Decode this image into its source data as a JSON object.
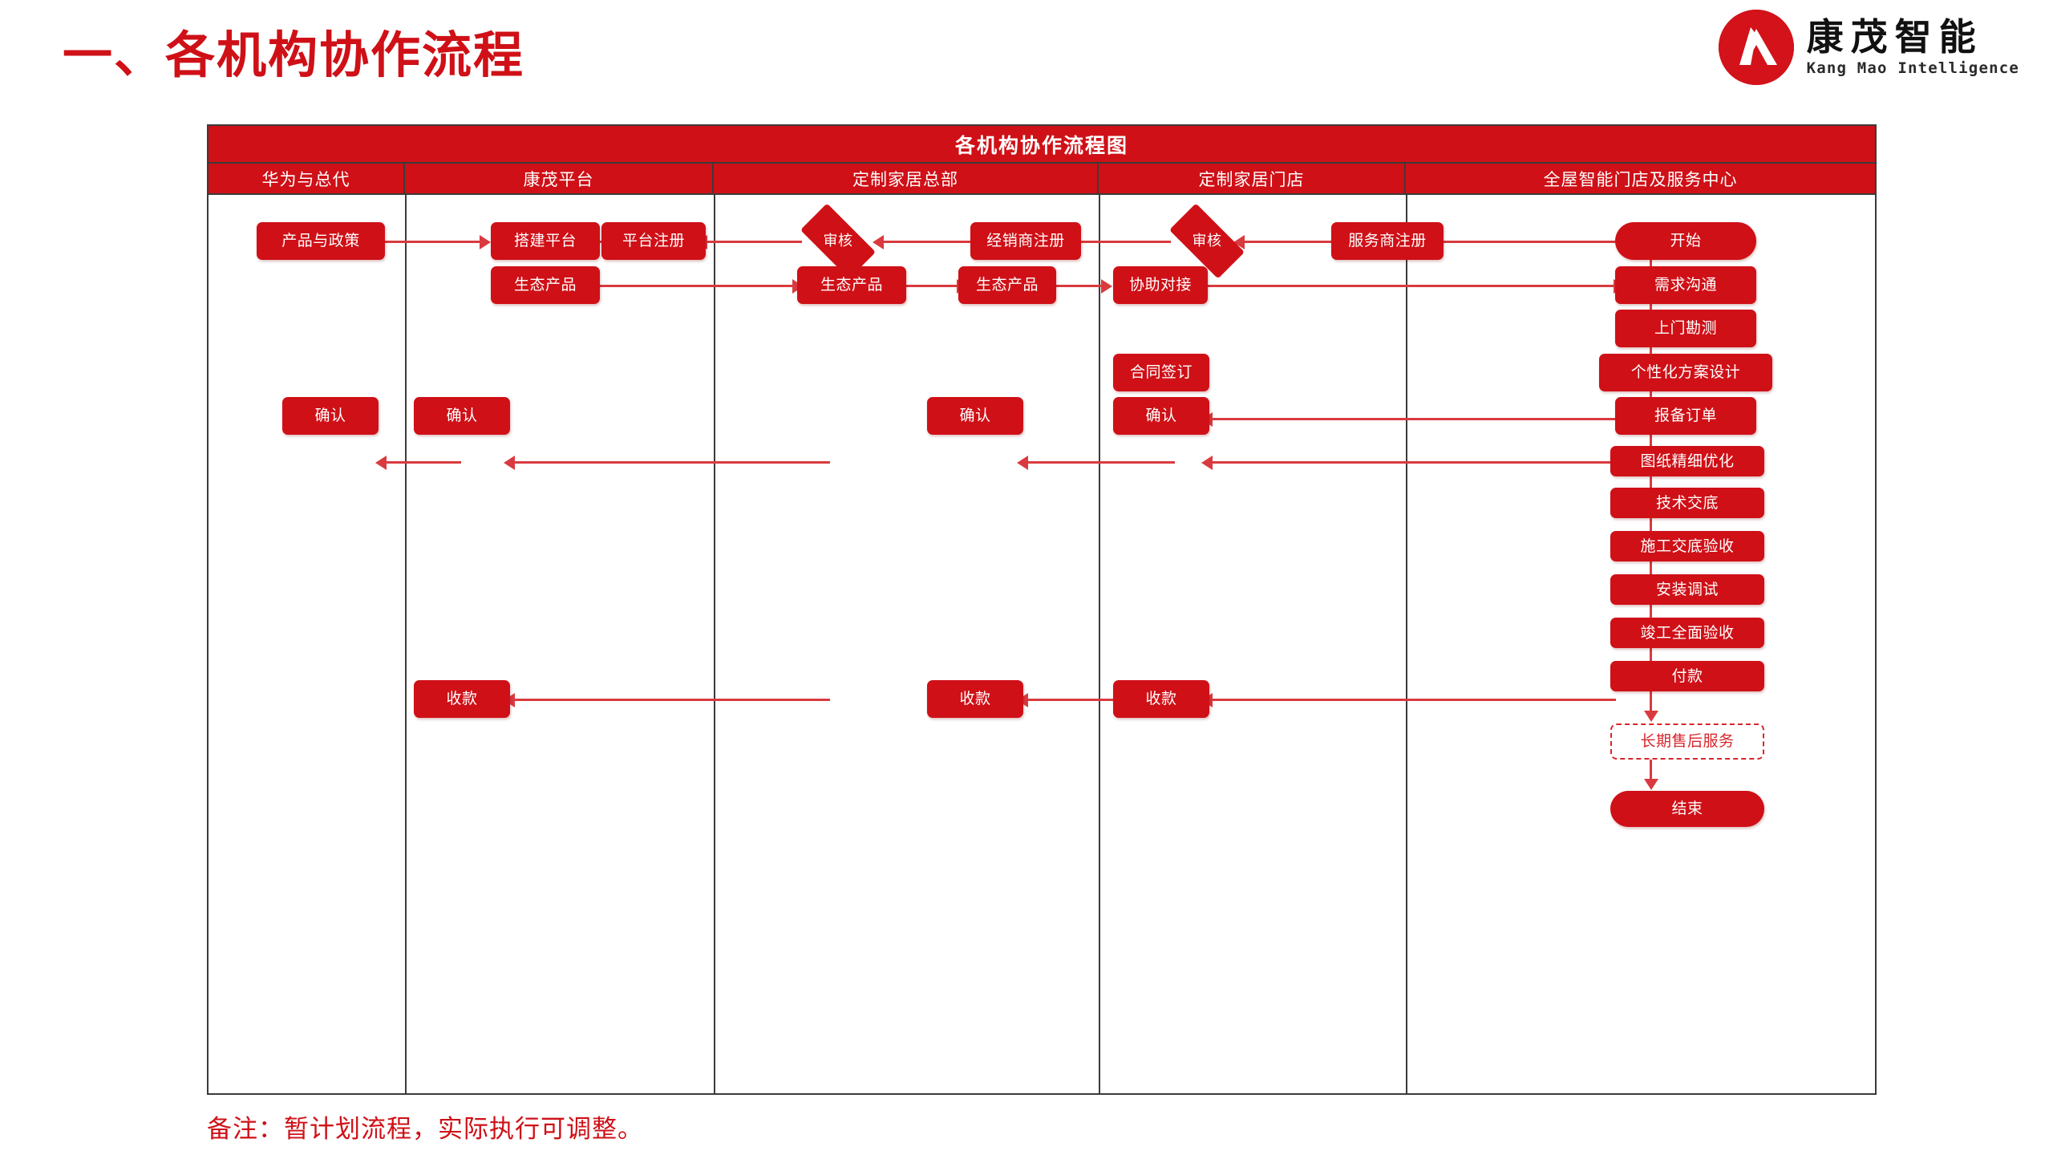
{
  "header": {
    "title": "一、各机构协作流程",
    "brand": {
      "name_cn": "康茂智能",
      "name_en": "Kang Mao Intelligence",
      "logo_icon": "kangmao-circle-logo-icon",
      "brand_color": "#d3121a"
    }
  },
  "flowchart": {
    "banner_title": "各机构协作流程图",
    "accent_color": "#cf1017",
    "connector_color": "#d93a3f",
    "border_color": "#3b3b3b",
    "columns": [
      {
        "label": "华为与总代"
      },
      {
        "label": "康茂平台"
      },
      {
        "label": "定制家居总部"
      },
      {
        "label": "定制家居门店"
      },
      {
        "label": "全屋智能门店及服务中心"
      }
    ],
    "nodes": [
      {
        "id": "n1",
        "label": "产品与政策",
        "shape": "rect",
        "column": "华为与总代"
      },
      {
        "id": "n2",
        "label": "搭建平台",
        "shape": "rect",
        "column": "康茂平台"
      },
      {
        "id": "n3",
        "label": "平台注册",
        "shape": "rect",
        "column": "康茂平台"
      },
      {
        "id": "n4",
        "label": "审核",
        "shape": "diamond",
        "column": "定制家居总部"
      },
      {
        "id": "n5",
        "label": "经销商注册",
        "shape": "rect",
        "column": "定制家居总部"
      },
      {
        "id": "n6",
        "label": "审核",
        "shape": "diamond",
        "column": "定制家居门店"
      },
      {
        "id": "n7",
        "label": "服务商注册",
        "shape": "rect",
        "column": "定制家居门店"
      },
      {
        "id": "n8",
        "label": "开始",
        "shape": "stadium",
        "column": "全屋智能门店及服务中心"
      },
      {
        "id": "n9",
        "label": "生态产品",
        "shape": "rect",
        "column": "康茂平台"
      },
      {
        "id": "n10",
        "label": "生态产品",
        "shape": "rect",
        "column": "定制家居总部"
      },
      {
        "id": "n11",
        "label": "生态产品",
        "shape": "rect",
        "column": "定制家居门店"
      },
      {
        "id": "n12",
        "label": "协助对接",
        "shape": "rect",
        "column": "定制家居门店"
      },
      {
        "id": "n13",
        "label": "需求沟通",
        "shape": "rect",
        "column": "全屋智能门店及服务中心"
      },
      {
        "id": "n14",
        "label": "上门勘测",
        "shape": "rect",
        "column": "全屋智能门店及服务中心"
      },
      {
        "id": "n15",
        "label": "个性化方案设计",
        "shape": "rect",
        "column": "全屋智能门店及服务中心"
      },
      {
        "id": "n16",
        "label": "合同签订",
        "shape": "rect",
        "column": "定制家居门店"
      },
      {
        "id": "n17",
        "label": "报备订单",
        "shape": "rect",
        "column": "全屋智能门店及服务中心"
      },
      {
        "id": "n18",
        "label": "确认",
        "shape": "rect",
        "column": "定制家居门店"
      },
      {
        "id": "n19",
        "label": "确认",
        "shape": "rect",
        "column": "定制家居总部"
      },
      {
        "id": "n20",
        "label": "确认",
        "shape": "rect",
        "column": "康茂平台"
      },
      {
        "id": "n21",
        "label": "确认",
        "shape": "rect",
        "column": "华为与总代"
      },
      {
        "id": "n22",
        "label": "图纸精细优化",
        "shape": "rect",
        "column": "全屋智能门店及服务中心"
      },
      {
        "id": "n23",
        "label": "技术交底",
        "shape": "rect",
        "column": "全屋智能门店及服务中心"
      },
      {
        "id": "n24",
        "label": "施工交底验收",
        "shape": "rect",
        "column": "全屋智能门店及服务中心"
      },
      {
        "id": "n25",
        "label": "安装调试",
        "shape": "rect",
        "column": "全屋智能门店及服务中心"
      },
      {
        "id": "n26",
        "label": "竣工全面验收",
        "shape": "rect",
        "column": "全屋智能门店及服务中心"
      },
      {
        "id": "n27",
        "label": "付款",
        "shape": "rect",
        "column": "全屋智能门店及服务中心"
      },
      {
        "id": "n28",
        "label": "收款",
        "shape": "rect",
        "column": "定制家居门店"
      },
      {
        "id": "n29",
        "label": "收款",
        "shape": "rect",
        "column": "定制家居总部"
      },
      {
        "id": "n30",
        "label": "收款",
        "shape": "rect",
        "column": "康茂平台"
      },
      {
        "id": "n31",
        "label": "长期售后服务",
        "shape": "dashed",
        "column": "全屋智能门店及服务中心"
      },
      {
        "id": "n32",
        "label": "结束",
        "shape": "stadium",
        "column": "全屋智能门店及服务中心"
      }
    ],
    "edges": [
      {
        "from": "产品与政策",
        "to": "搭建平台"
      },
      {
        "from": "平台注册",
        "to": "搭建平台"
      },
      {
        "from": "审核",
        "to": "平台注册"
      },
      {
        "from": "经销商注册",
        "to": "审核"
      },
      {
        "from": "审核",
        "to": "经销商注册"
      },
      {
        "from": "服务商注册",
        "to": "审核"
      },
      {
        "from": "开始",
        "to": "服务商注册"
      },
      {
        "from": "开始",
        "to": "需求沟通"
      },
      {
        "from": "生态产品",
        "to": "生态产品"
      },
      {
        "from": "生态产品",
        "to": "协助对接"
      },
      {
        "from": "协助对接",
        "to": "需求沟通"
      },
      {
        "from": "需求沟通",
        "to": "上门勘测"
      },
      {
        "from": "上门勘测",
        "to": "个性化方案设计"
      },
      {
        "from": "个性化方案设计",
        "to": "合同签订"
      },
      {
        "from": "个性化方案设计",
        "to": "报备订单"
      },
      {
        "from": "报备订单",
        "to": "确认"
      },
      {
        "from": "确认",
        "to": "确认"
      },
      {
        "from": "报备订单",
        "to": "图纸精细优化"
      },
      {
        "from": "图纸精细优化",
        "to": "技术交底"
      },
      {
        "from": "技术交底",
        "to": "施工交底验收"
      },
      {
        "from": "施工交底验收",
        "to": "安装调试"
      },
      {
        "from": "安装调试",
        "to": "竣工全面验收"
      },
      {
        "from": "竣工全面验收",
        "to": "付款"
      },
      {
        "from": "付款",
        "to": "收款"
      },
      {
        "from": "收款",
        "to": "收款"
      },
      {
        "from": "付款",
        "to": "长期售后服务"
      },
      {
        "from": "长期售后服务",
        "to": "结束"
      }
    ]
  },
  "footer": {
    "note": "备注：暂计划流程，实际执行可调整。"
  }
}
